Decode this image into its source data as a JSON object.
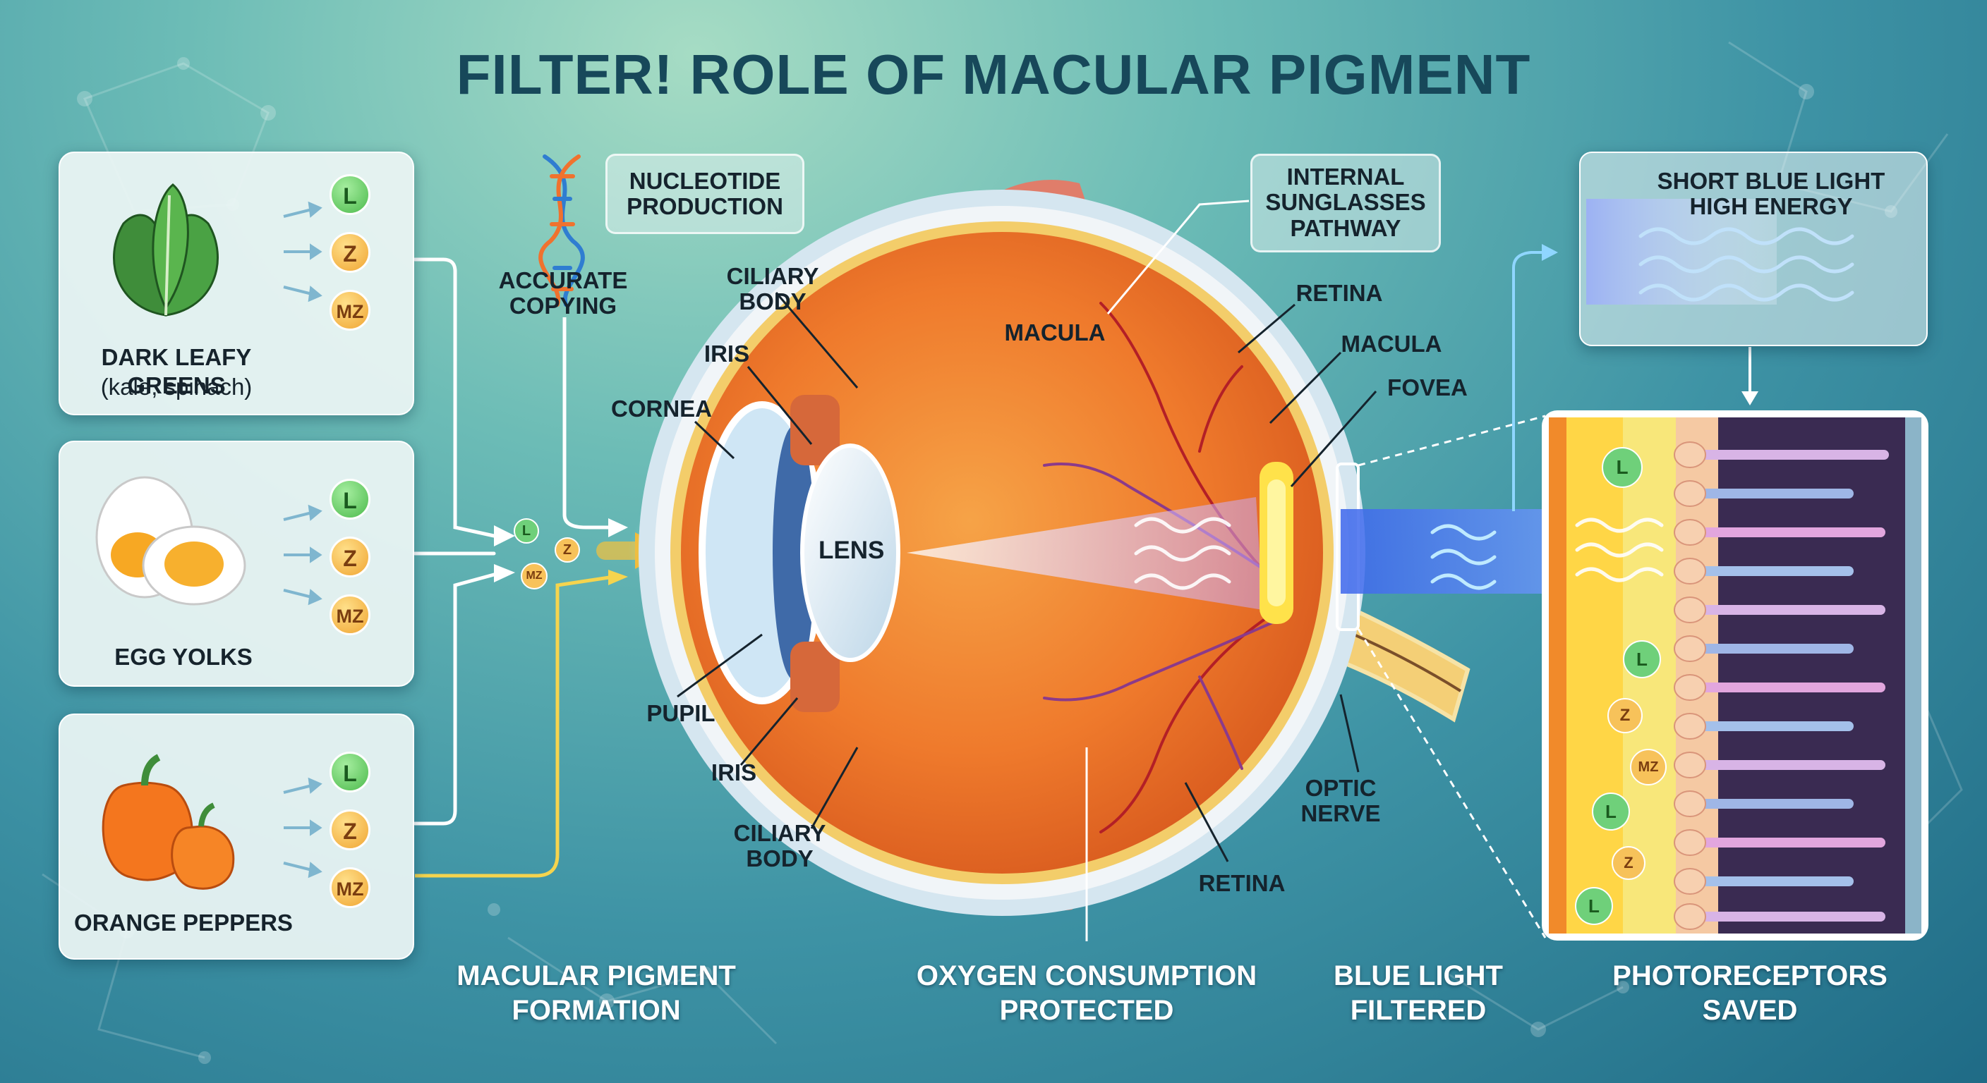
{
  "title": "FILTER! ROLE OF MACULAR PIGMENT",
  "sources": {
    "leafy": {
      "name": "DARK LEAFY GREENS",
      "sub": "(kale, spinach)"
    },
    "egg": {
      "name": "EGG YOLKS"
    },
    "pepper": {
      "name": "ORANGE PEPPERS"
    },
    "badges": [
      "L",
      "Z",
      "MZ"
    ]
  },
  "nucleotide": {
    "box": "NUCLEOTIDE\nPRODUCTION",
    "copy": "ACCURATE\nCOPYING"
  },
  "eye_labels": {
    "lens": "LENS",
    "cornea": "CORNEA",
    "iris": "IRIS",
    "pupil": "PUPIL",
    "ciliary_body": "CILIARY\nBODY",
    "macula": "MACULA",
    "retina": "RETINA",
    "fovea": "FOVEA",
    "optic_nerve": "OPTIC\nNERVE",
    "sunglasses": "INTERNAL\nSUNGLASSES\nPATHWAY"
  },
  "blue_light": {
    "text": "SHORT BLUE LIGHT\nHIGH ENERGY"
  },
  "bottom_labels": {
    "formation": "MACULAR PIGMENT\nFORMATION",
    "oxygen": "OXYGEN CONSUMPTION\nPROTECTED",
    "filtered": "BLUE LIGHT\nFILTERED",
    "saved": "PHOTORECEPTORS\nSAVED"
  },
  "colors": {
    "title": "#17485a",
    "lutein": "#4cba4c",
    "zeaxanthin": "#f0a532",
    "blue_light": "#4a6df0"
  }
}
